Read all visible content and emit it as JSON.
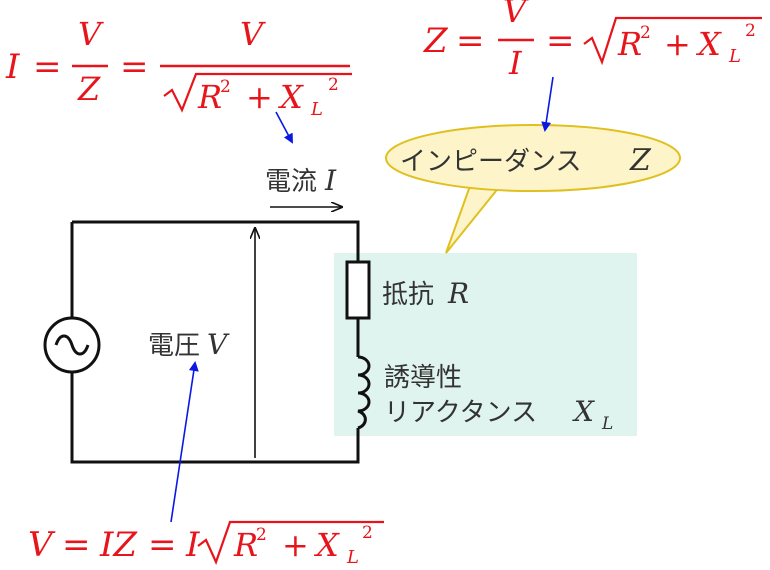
{
  "formulas": {
    "current": {
      "lhs": "I",
      "eq": "=",
      "frac1_num": "V",
      "frac1_den": "Z",
      "eq2": "=",
      "frac2_num": "V",
      "rad_R": "R",
      "sq": "2",
      "plus": "+",
      "rad_X": "X",
      "sub_L": "L",
      "sq2": "2"
    },
    "impedance": {
      "lhs": "Z",
      "eq": "=",
      "frac_num": "V",
      "frac_den": "I",
      "eq2": "=",
      "rad_R": "R",
      "sq": "2",
      "plus": "+",
      "rad_X": "X",
      "sub_L": "L",
      "sq2": "2"
    },
    "voltage": {
      "lhs": "V",
      "eq": "=",
      "prod": "IZ",
      "eq2": "=",
      "coef": "I",
      "rad_R": "R",
      "sq": "2",
      "plus": "+",
      "rad_X": "X",
      "sub_L": "L",
      "sq2": "2"
    }
  },
  "labels": {
    "current_text": "電流",
    "current_symbol": "I",
    "voltage_text": "電圧",
    "voltage_symbol": "V",
    "resistor_text": "抵抗",
    "resistor_symbol": "R",
    "inductor_line1": "誘導性",
    "inductor_line2": "リアクタンス",
    "inductor_symbol": "X",
    "inductor_sub": "L",
    "impedance_bubble": "インピーダンス",
    "impedance_symbol": "Z"
  },
  "colors": {
    "formula": "#e8141b",
    "pointer_arrow": "#0a18e6",
    "bubble_fill": "#fdf5c9",
    "bubble_stroke": "#e0c020",
    "highlight_box": "#dff4ee",
    "circuit": "#111111",
    "label_text": "#333333"
  }
}
